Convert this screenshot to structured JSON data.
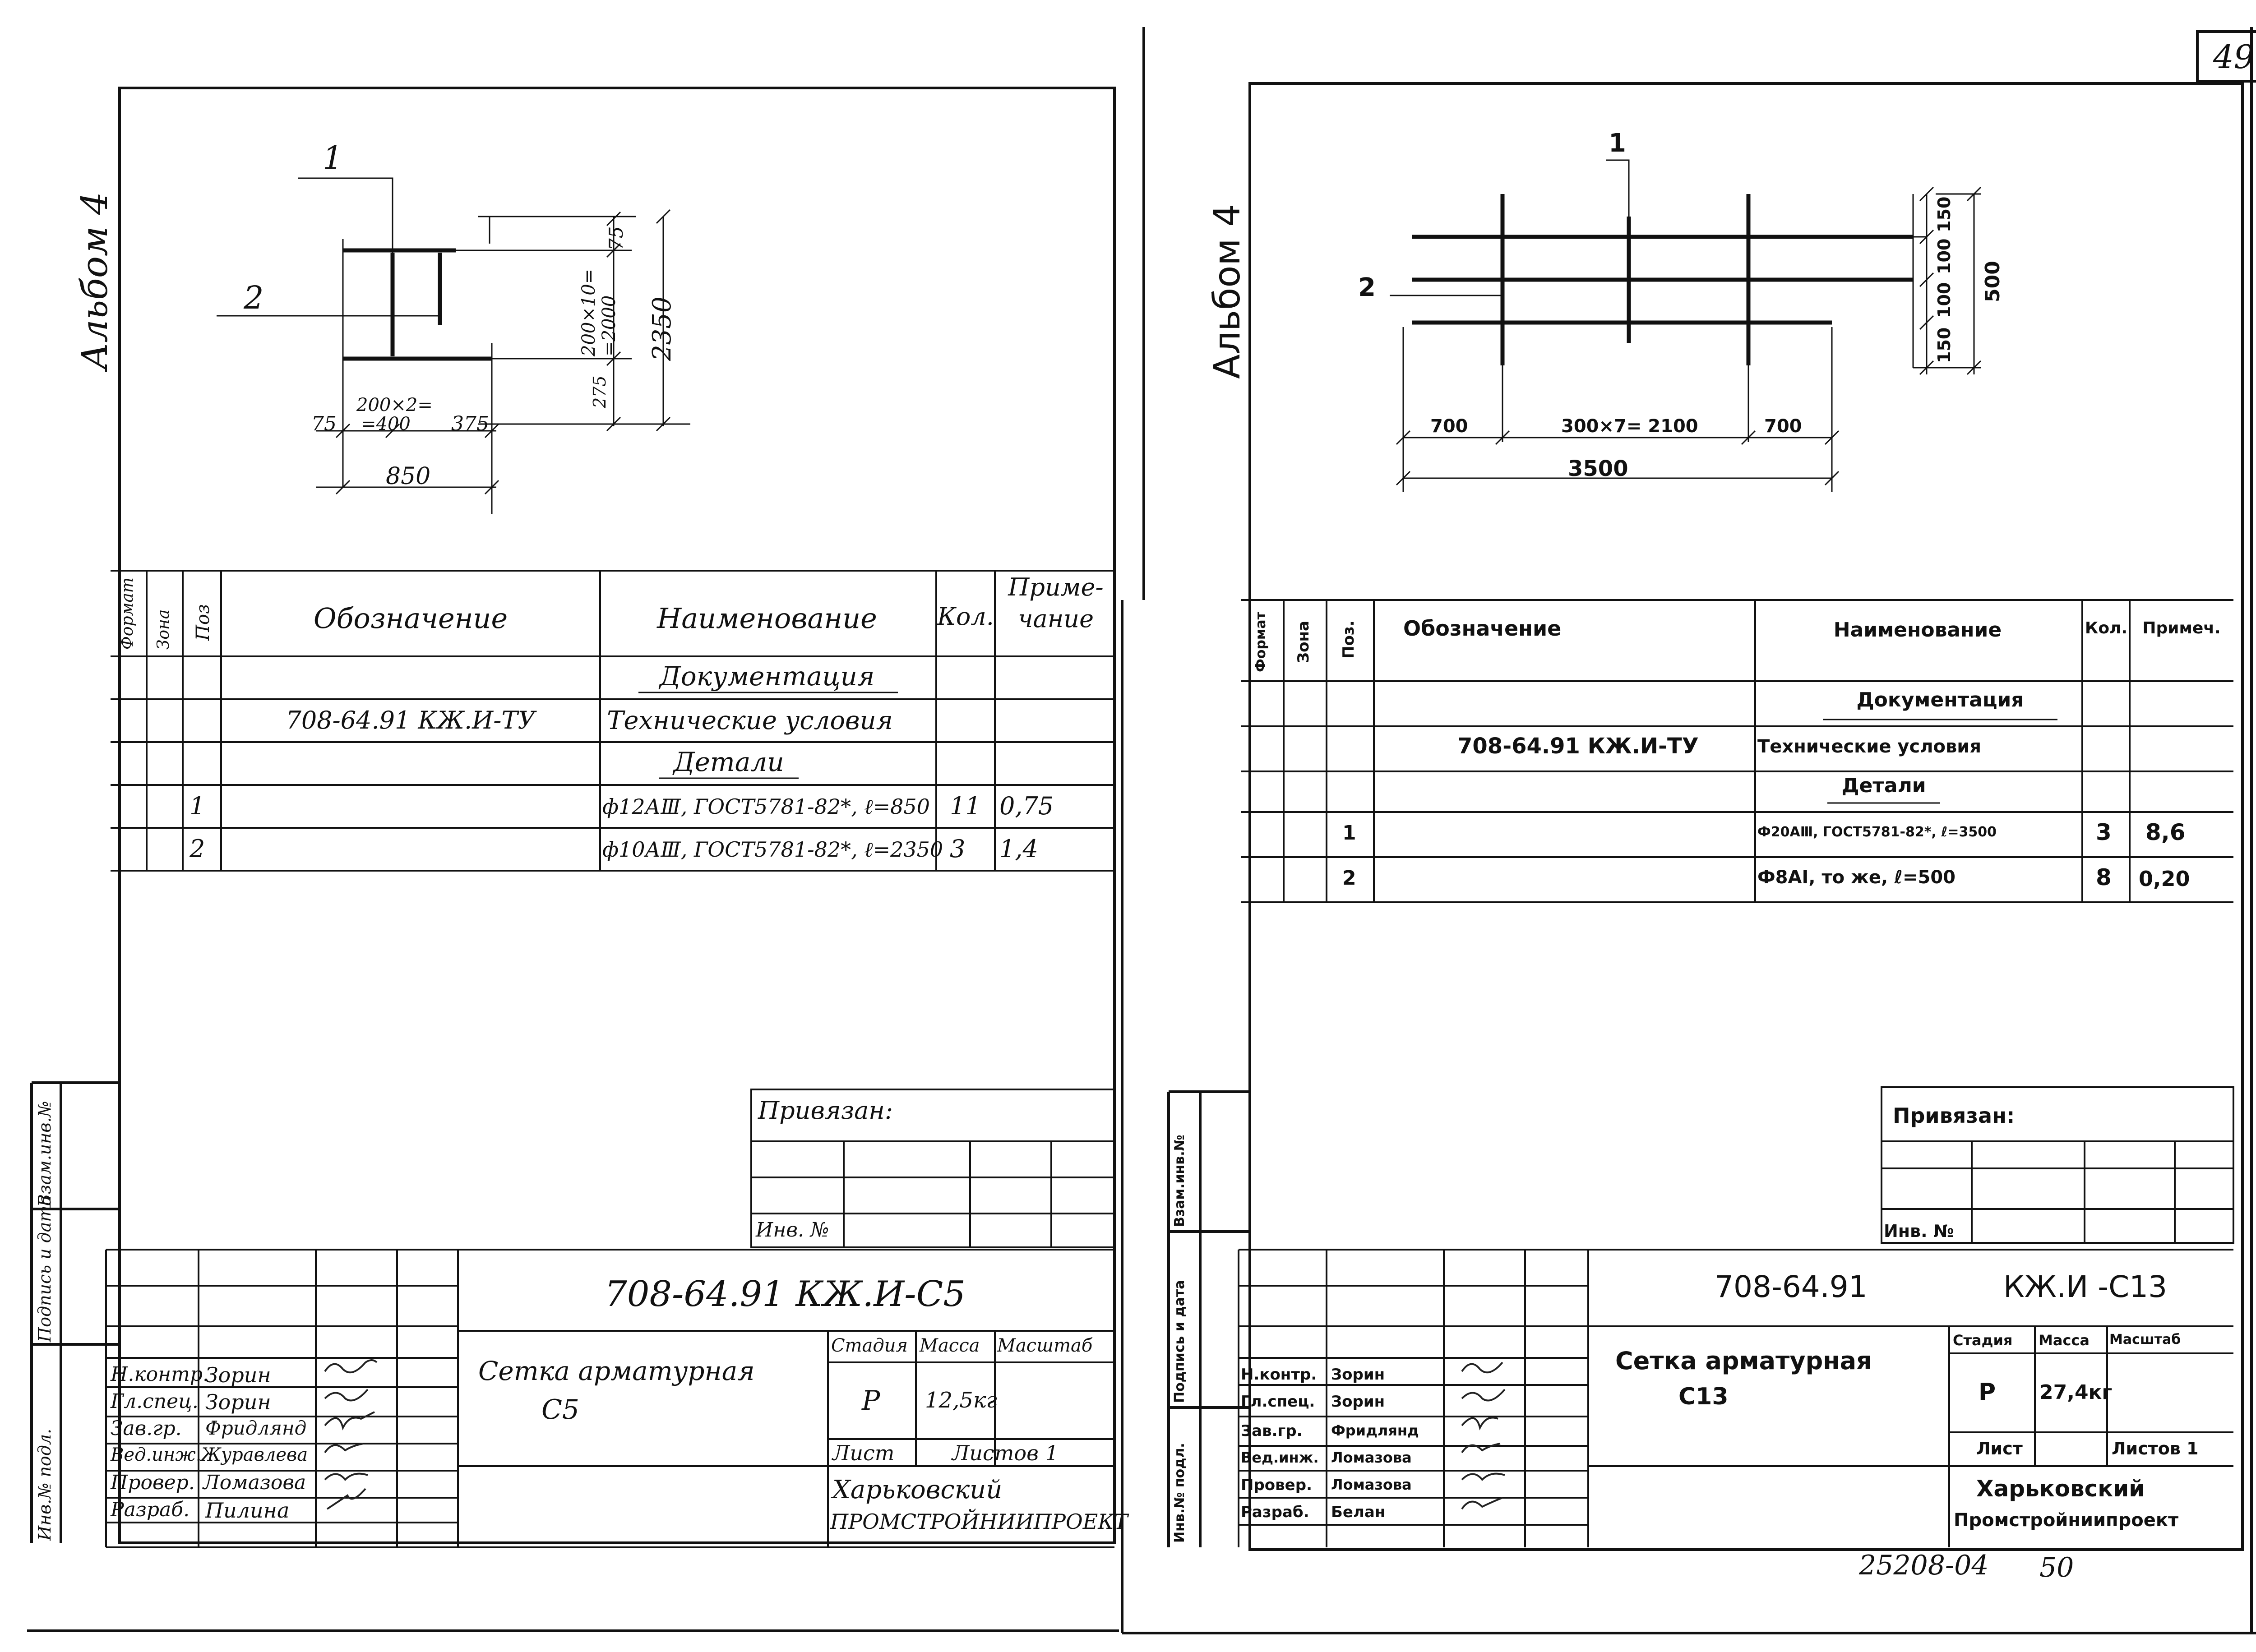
{
  "page_number": "49",
  "bottom_code": "25208-04",
  "bottom_page": "50",
  "left": {
    "album": "Альбом 4",
    "dim": {
      "pos1": "1",
      "pos2": "2",
      "d75t": "75",
      "d200x10": "200×10=",
      "d2000": "=2000",
      "d275": "275",
      "d2350": "2350",
      "d75": "75",
      "d200x2": "200×2=",
      "d400": "=400",
      "d375": "375",
      "d850": "850"
    },
    "table": {
      "h_format": "Формат",
      "h_zona": "Зона",
      "h_poz": "Поз",
      "h_oboz": "Обозначение",
      "h_naim": "Наименование",
      "h_kol": "Кол.",
      "h_prim1": "Приме-",
      "h_prim2": "чание",
      "sec_doc": "Документация",
      "doc_oboz": "708-64.91 КЖ.И-ТУ",
      "doc_naim": "Технические условия",
      "sec_det": "Детали",
      "rows": [
        {
          "poz": "1",
          "naim": "ф12АⅢ, ГОСТ5781-82*, ℓ=850",
          "kol": "11",
          "prim": "0,75"
        },
        {
          "poz": "2",
          "naim": "ф10АⅢ, ГОСТ5781-82*, ℓ=2350",
          "kol": "3",
          "prim": "1,4"
        }
      ]
    },
    "privyazan": "Привязан:",
    "inv_no": "Инв. №",
    "side_labels": [
      "Инв.№ подл.",
      "Подпись и дата",
      "Взам.инв.№"
    ],
    "stamp": {
      "code": "708-64.91 КЖ.И-С5",
      "title1": "Сетка арматурная",
      "title2": "С5",
      "stadiya_h": "Стадия",
      "massa_h": "Масса",
      "masshtab_h": "Масштаб",
      "stadiya": "Р",
      "massa": "12,5кг",
      "list_h": "Лист",
      "listov_h": "Листов 1",
      "org1": "Харьковский",
      "org2": "ПРОМСТРОЙНИИПРОЕКТ",
      "roles": [
        "Н.контр.",
        "Гл.спец.",
        "Зав.гр.",
        "Вед.инж.",
        "Провер.",
        "Разраб."
      ],
      "names": [
        "Зорин",
        "Зорин",
        "Фридлянд",
        "Журавлева",
        "Ломазова",
        "Пилина"
      ]
    }
  },
  "right": {
    "album": "Альбом 4",
    "dim": {
      "pos1": "1",
      "pos2": "2",
      "d150t": "150",
      "d100a": "100",
      "d100b": "100",
      "d150b": "150",
      "d500": "500",
      "d700l": "700",
      "d300x7": "300×7= 2100",
      "d700r": "700",
      "d3500": "3500"
    },
    "table": {
      "h_format": "Формат",
      "h_zona": "Зона",
      "h_poz": "Поз.",
      "h_oboz": "Обозначение",
      "h_naim": "Наименование",
      "h_kol": "Кол.",
      "h_prim": "Примеч.",
      "sec_doc": "Документация",
      "doc_oboz": "708-64.91 КЖ.И-ТУ",
      "doc_naim": "Технические условия",
      "sec_det": "Детали",
      "rows": [
        {
          "poz": "1",
          "naim": "Ф20АⅢ, ГОСТ5781-82*, ℓ=3500",
          "kol": "3",
          "prim": "8,6"
        },
        {
          "poz": "2",
          "naim": "Ф8АI, то же, ℓ=500",
          "kol": "8",
          "prim": "0,20"
        }
      ]
    },
    "privyazan": "Привязан:",
    "inv_no": "Инв. №",
    "side_labels": [
      "Инв.№ подл.",
      "Подпись и дата",
      "Взам.инв.№"
    ],
    "stamp": {
      "code1": "708-64.91",
      "code2": "КЖ.И -С13",
      "title1": "Сетка арматурная",
      "title2": "С13",
      "stadiya_h": "Стадия",
      "massa_h": "Масса",
      "masshtab_h": "Масштаб",
      "stadiya": "Р",
      "massa": "27,4кг",
      "list_h": "Лист",
      "listov_h": "Листов 1",
      "org1": "Харьковский",
      "org2": "Промстройниипроект",
      "roles": [
        "Н.контр.",
        "Гл.спец.",
        "Зав.гр.",
        "Вед.инж.",
        "Провер.",
        "Разраб."
      ],
      "names": [
        "Зорин",
        "Зорин",
        "Фридлянд",
        "Ломазова",
        "Ломазова",
        "Белан"
      ]
    }
  }
}
